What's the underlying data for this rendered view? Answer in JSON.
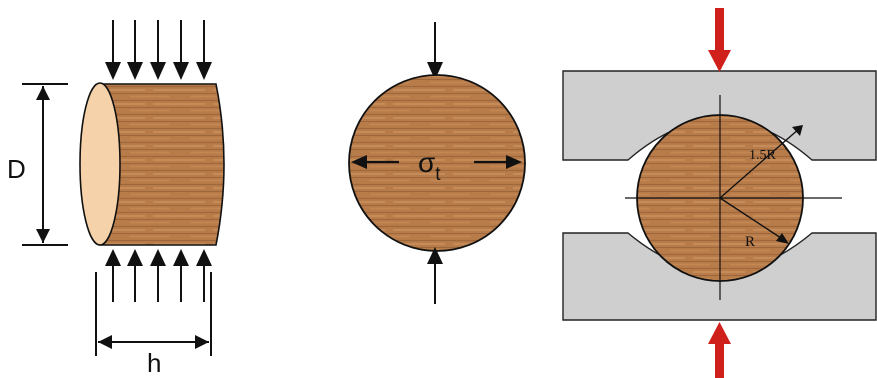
{
  "labels": {
    "diameter": "D",
    "length": "h",
    "tensile_stress": "σ",
    "tensile_stress_subscript": "t",
    "radius": "R",
    "jaw_radius": "1.5R"
  },
  "colors": {
    "wood_base": "#b87c4a",
    "wood_dark": "#8a5530",
    "wood_light": "#d09a66",
    "end_face": "#f6d2aa",
    "jaw_fill": "#cfcfcf",
    "load_arrow": "#d0201c",
    "line": "#111111"
  }
}
